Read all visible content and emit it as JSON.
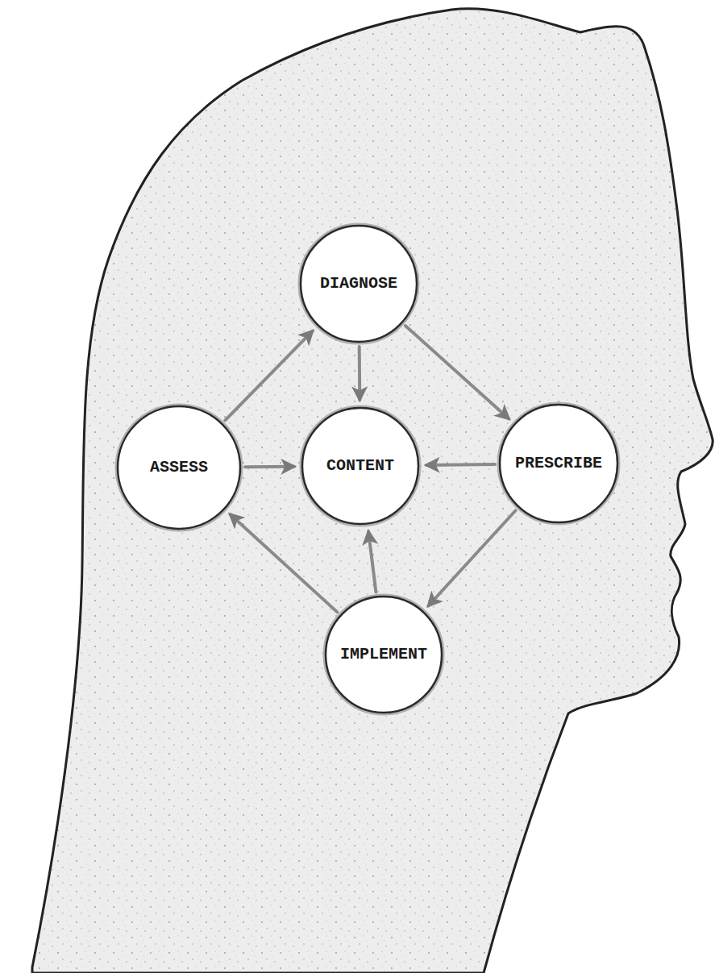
{
  "diagram": {
    "nodes": [
      {
        "text": [
          "DIAGNOSE"
        ]
      },
      {
        "text": [
          "ASSESS"
        ]
      },
      {
        "text": [
          "CONTENT"
        ]
      },
      {
        "text": [
          "PRESCRIBE"
        ]
      },
      {
        "text": [
          "IMPLEMENT"
        ]
      }
    ],
    "edges": [
      {
        "from": 1,
        "to": 0,
        "arrow": "to"
      },
      {
        "from": 0,
        "to": 2,
        "arrow": "to"
      },
      {
        "from": 0,
        "to": 3,
        "arrow": "to"
      },
      {
        "from": 1,
        "to": 2,
        "arrow": "to"
      },
      {
        "from": 3,
        "to": 2,
        "arrow": "to"
      },
      {
        "from": 3,
        "to": 4,
        "arrow": "to"
      },
      {
        "from": 4,
        "to": 2,
        "arrow": "to"
      },
      {
        "from": 4,
        "to": 1,
        "arrow": "to"
      }
    ]
  }
}
